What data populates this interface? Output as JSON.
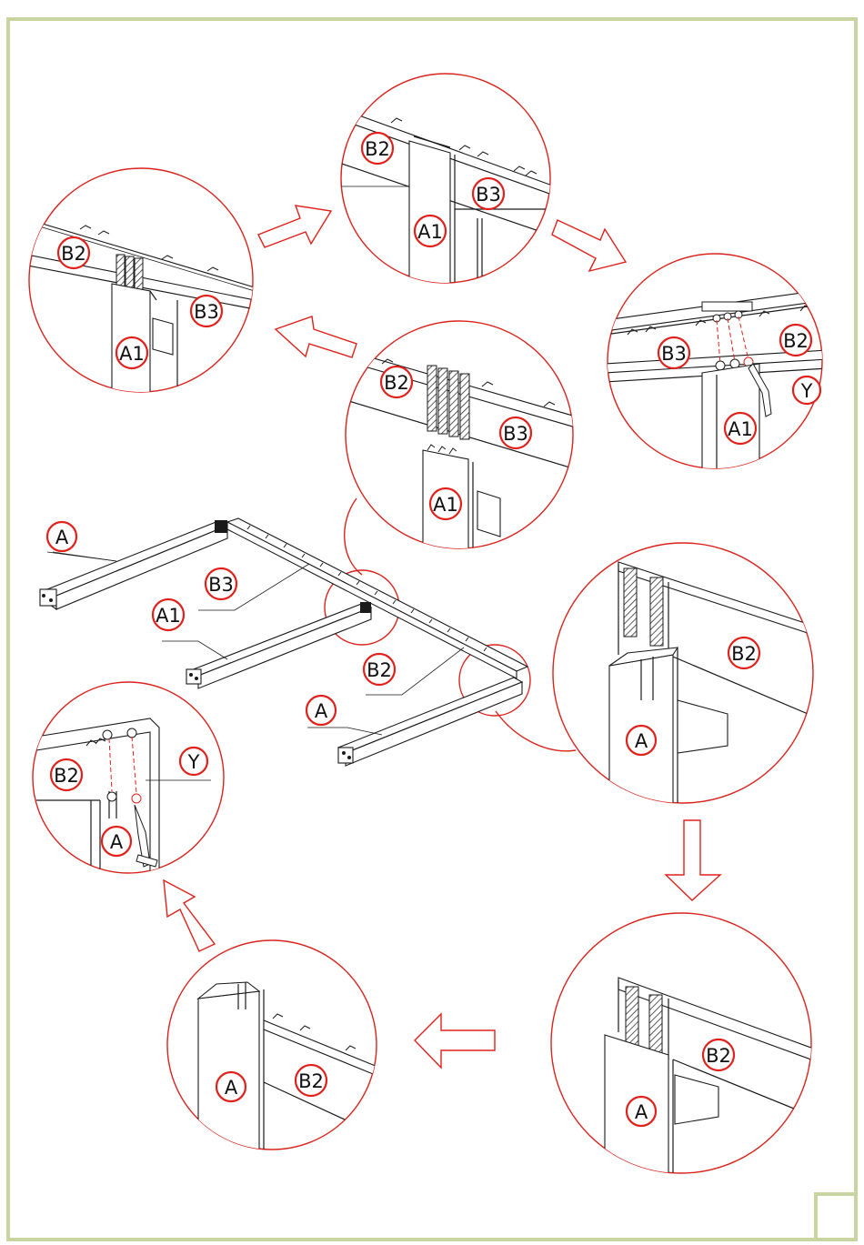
{
  "colors": {
    "frame": "#c8d5a0",
    "detail_circle": "#d9231d",
    "label_circle": "#e0211b",
    "arrow": "#e0211b",
    "line": "#1a1a1a"
  },
  "parts": {
    "a": "A",
    "a1": "A1",
    "b2": "B2",
    "b3": "B3",
    "y": "Y"
  },
  "page_number_box": ""
}
